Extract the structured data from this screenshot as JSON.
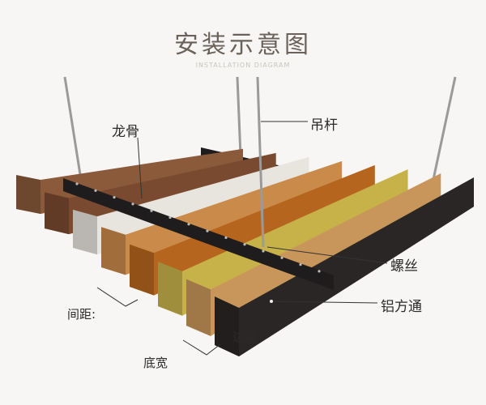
{
  "title": "安装示意图",
  "subtitle": "INSTALLATION DIAGRAM",
  "labels": {
    "keel": "龙骨",
    "rod": "吊杆",
    "screw": "螺丝",
    "tube": "铝方通",
    "spacing": "间距:",
    "edge_height": "边高",
    "bottom_width": "底宽"
  },
  "slat_colors": [
    "#8a5a3a",
    "#7a4a30",
    "#e8e4de",
    "#c98a4a",
    "#b5651d",
    "#c7b24a",
    "#c8965a",
    "#2a2626"
  ],
  "keel_color": "#1e1c1c",
  "rod_color": "#9a9a9a"
}
